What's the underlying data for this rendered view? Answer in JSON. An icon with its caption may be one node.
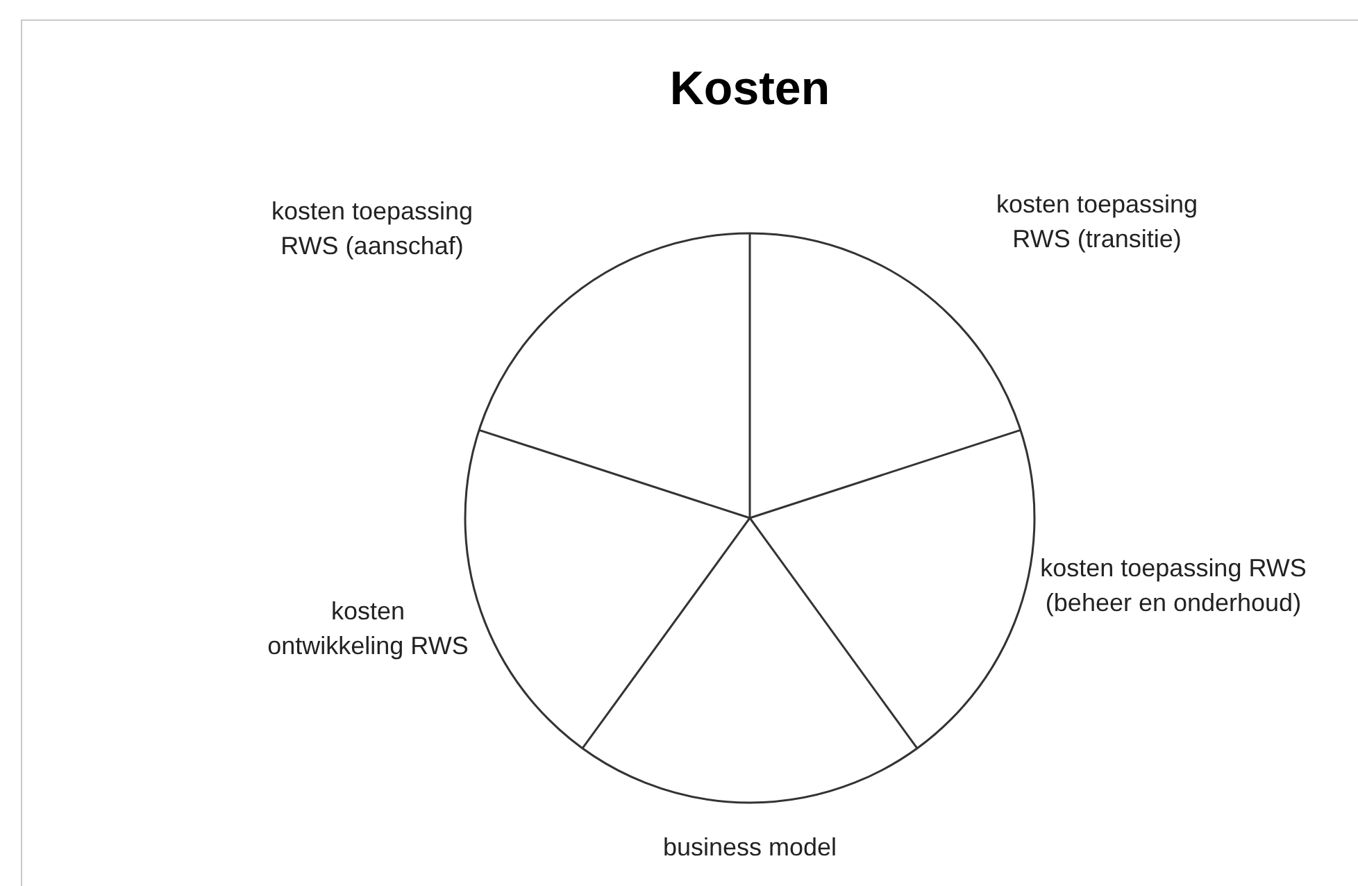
{
  "diagram": {
    "title": "Kosten",
    "labels": [
      "kosten toepassing RWS (aanschaf)",
      "kosten toepassing RWS (transitie)",
      "kosten ontwikkeling RWS",
      "kosten toepassing RWS (beheer en onderhoud)",
      "business model"
    ]
  }
}
